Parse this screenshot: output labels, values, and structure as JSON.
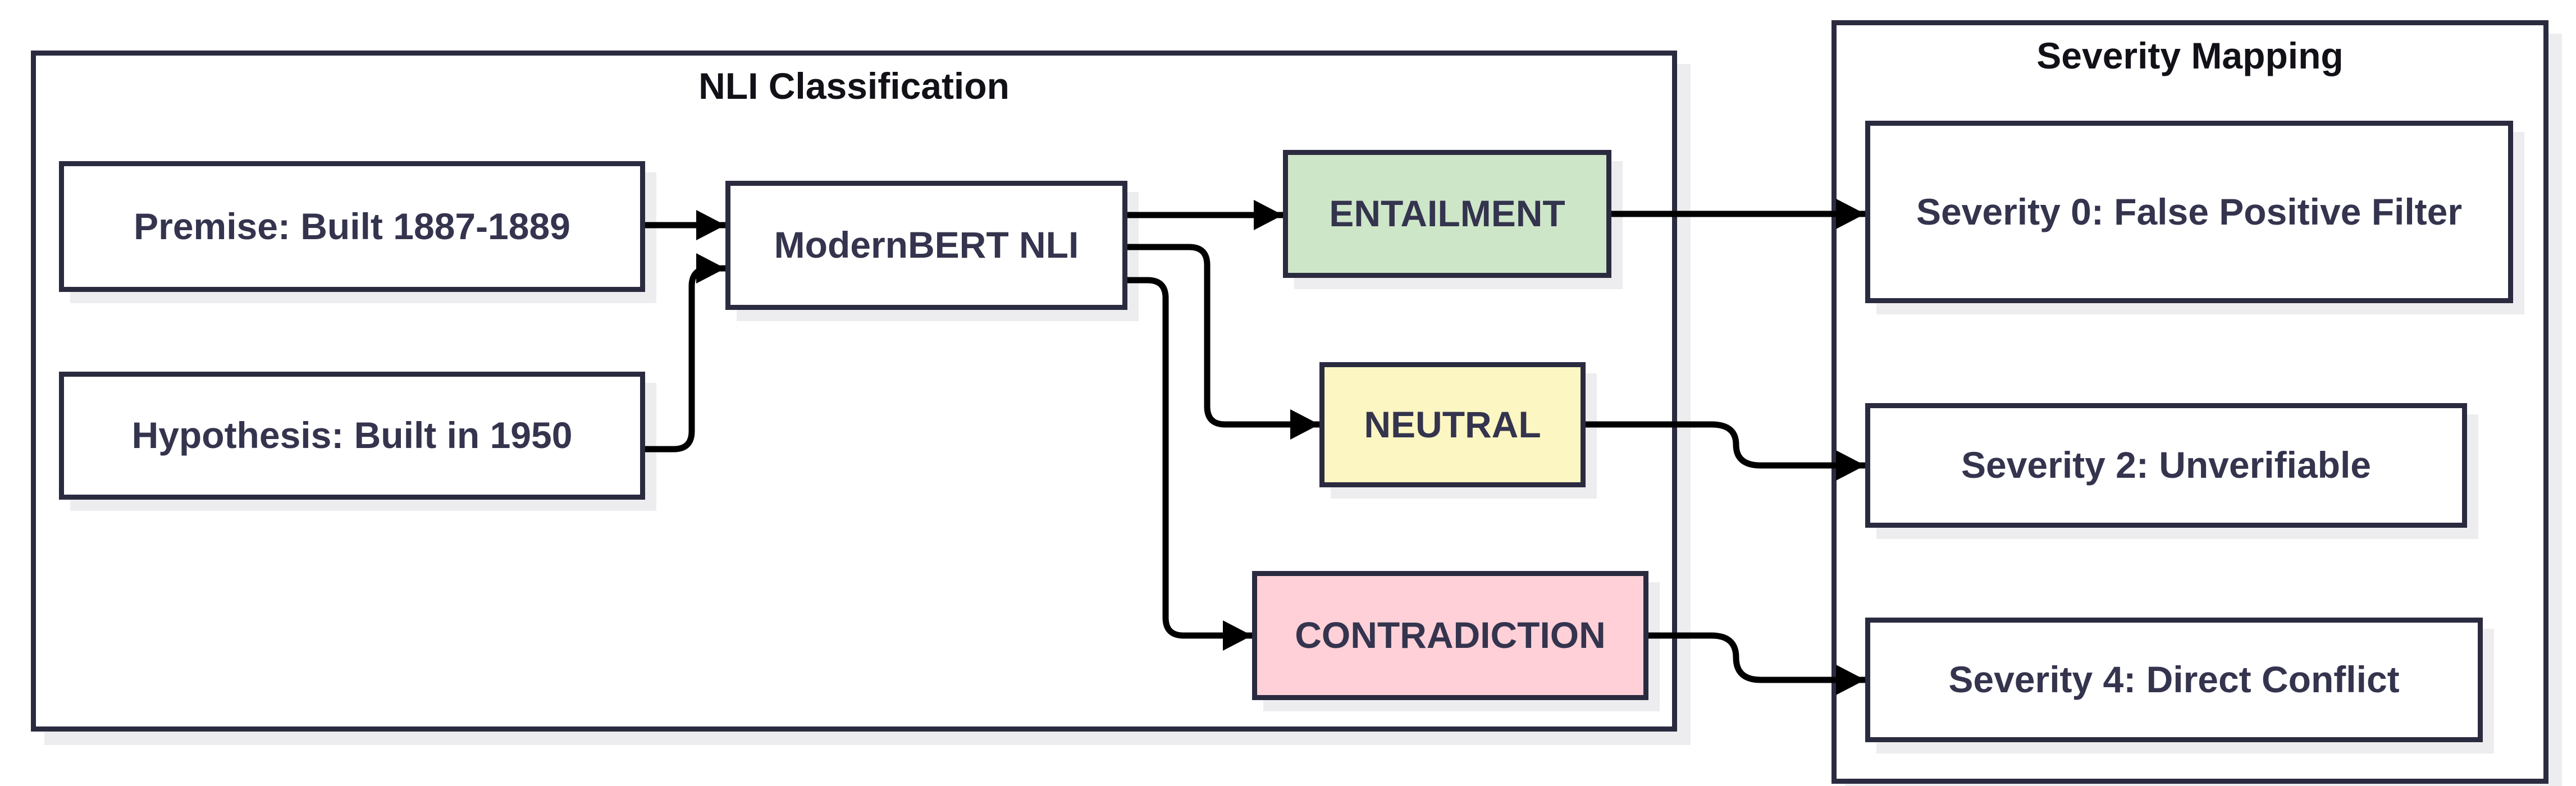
{
  "page": {
    "background": "#ffffff"
  },
  "colors": {
    "border": "#2b2b40",
    "shadow": "#ededef",
    "node_text": "#34344e",
    "title_text": "#111118",
    "arrow": "#000000",
    "entailment_fill": "#cde6c8",
    "neutral_fill": "#fcf6c3",
    "contradiction_fill": "#ffd0d7",
    "node_fill": "#ffffff"
  },
  "containers": {
    "nli": {
      "title": "NLI Classification"
    },
    "severity": {
      "title": "Severity Mapping"
    }
  },
  "nodes": {
    "premise": {
      "label": "Premise: Built 1887-1889"
    },
    "hypothesis": {
      "label": "Hypothesis: Built in 1950"
    },
    "model": {
      "label": "ModernBERT NLI"
    },
    "entailment": {
      "label": "ENTAILMENT",
      "fill": "#cde6c8"
    },
    "neutral": {
      "label": "NEUTRAL",
      "fill": "#fcf6c3"
    },
    "contradiction": {
      "label": "CONTRADICTION",
      "fill": "#ffd0d7"
    },
    "severity0": {
      "label": "Severity 0: False Positive Filter"
    },
    "severity2": {
      "label": "Severity 2: Unverifiable"
    },
    "severity4": {
      "label": "Severity 4: Direct Conflict"
    }
  },
  "edges": [
    {
      "from": "premise",
      "to": "model"
    },
    {
      "from": "hypothesis",
      "to": "model"
    },
    {
      "from": "model",
      "to": "entailment"
    },
    {
      "from": "model",
      "to": "neutral"
    },
    {
      "from": "model",
      "to": "contradiction"
    },
    {
      "from": "entailment",
      "to": "severity0"
    },
    {
      "from": "neutral",
      "to": "severity2"
    },
    {
      "from": "contradiction",
      "to": "severity4"
    }
  ]
}
